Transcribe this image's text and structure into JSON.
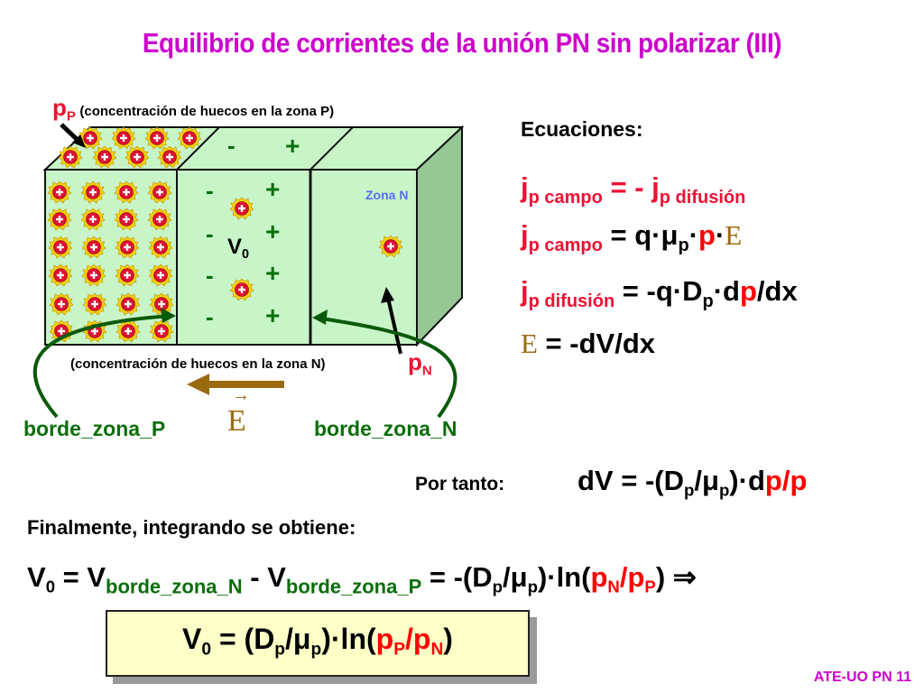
{
  "slide": {
    "title": "Equilibrio de corrientes de la unión PN sin polarizar (III)",
    "footer": "ATE-UO PN 11"
  },
  "diagram": {
    "pP_label": "p",
    "pP_sub": "P",
    "pP_desc": "(concentración de huecos en la zona P)",
    "pN_label": "p",
    "pN_sub": "N",
    "pN_desc": "(concentración de huecos en la zona N)",
    "zona_n_label": "Zona N",
    "v0_label": "V",
    "v0_sub": "0",
    "minus": "-",
    "plus": "+",
    "hole_symbol": "+",
    "border_p_label": "borde_zona_P",
    "border_n_label": "borde_zona_N",
    "field_symbol": "E",
    "field_vector_arrow": "→",
    "colors": {
      "block": "#c8f5c8",
      "block_side": "#96c896",
      "hole": "#dd1133",
      "sun": "#f5d20a",
      "green_arrow": "#0a5a0a",
      "field_arrow": "#9a6a10"
    }
  },
  "equations": {
    "heading": "Ecuaciones:",
    "eq1": {
      "j": "j",
      "sub1": "p campo",
      "mid": " = - ",
      "j2": "j",
      "sub2": "p difusión"
    },
    "eq2": {
      "j": "j",
      "sub1": "p campo",
      "rhs1": " = q·μ",
      "rhs_sub": "p",
      "rhs2": "·",
      "p": "p",
      "dot": "·",
      "E": "E"
    },
    "eq3": {
      "j": "j",
      "sub1": "p difusión",
      "rhs1": " = -q·D",
      "rhs_sub": "p",
      "rhs2": "·d",
      "p": "p",
      "rhs3": "/dx"
    },
    "eq4": {
      "E": "E",
      "rhs": " = -dV/dx"
    }
  },
  "therefore": {
    "label": "Por tanto:",
    "lhs": "dV = -(D",
    "sub1": "p",
    "mid": "/μ",
    "sub2": "p",
    "mid2": ")·d",
    "p1": "p",
    "slash": "/",
    "p2": "p"
  },
  "finally": {
    "label": "Finalmente, integrando se obtiene:",
    "v0": "V",
    "v0_sub": "0",
    "eq": " = V",
    "sub_n": "borde_zona_N",
    "minus": " - V",
    "sub_p": "borde_zona_P",
    "rhs1": " = -(D",
    "d_sub": "p",
    "rhs2": "/μ",
    "mu_sub": "p",
    "rhs3": ")·ln(",
    "pN": "p",
    "pN_sub": "N",
    "slash": "/",
    "pP": "p",
    "pP_sub": "P",
    "close": ")",
    "implies": "⇒"
  },
  "result_box": {
    "v0": "V",
    "v0_sub": "0",
    "rhs1": " = (D",
    "d_sub": "p",
    "rhs2": "/μ",
    "mu_sub": "p",
    "rhs3": ")·ln(",
    "pP": "p",
    "pP_sub": "P",
    "slash": "/",
    "pN": "p",
    "pN_sub": "N",
    "close": ")"
  }
}
